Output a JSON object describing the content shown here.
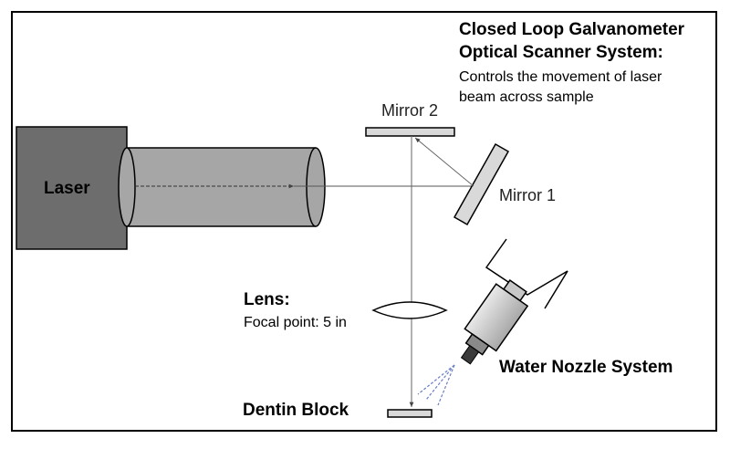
{
  "labels": {
    "laser": "Laser",
    "scanner_title_line1": "Closed Loop Galvanometer",
    "scanner_title_line2": "Optical Scanner System:",
    "scanner_desc_line1": "Controls the movement of laser",
    "scanner_desc_line2": "beam across sample",
    "mirror2": "Mirror 2",
    "mirror1": "Mirror 1",
    "lens_title": "Lens:",
    "lens_desc": "Focal point: 5 in",
    "nozzle": "Water Nozzle System",
    "dentin": "Dentin Block"
  },
  "colors": {
    "laser_body": "#6d6d6d",
    "tube": "#a6a6a6",
    "mirror": "#d9d9d9",
    "outline": "#000000",
    "beam": "#555555",
    "spray": "#6b7fc4"
  }
}
